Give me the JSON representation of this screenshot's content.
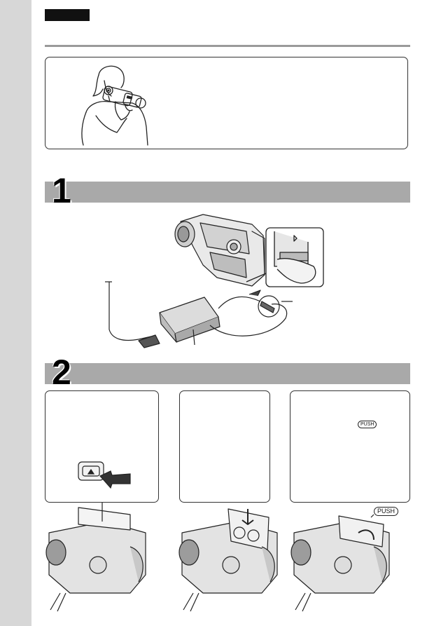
{
  "steps": [
    {
      "number": "1"
    },
    {
      "number": "2"
    }
  ],
  "labels": {
    "push_large": "PUSH",
    "push_small": "PUSH"
  },
  "colors": {
    "sidebar": "#d7d7d7",
    "step_band": "#a9a9a9",
    "rule": "#9a9a9a"
  }
}
